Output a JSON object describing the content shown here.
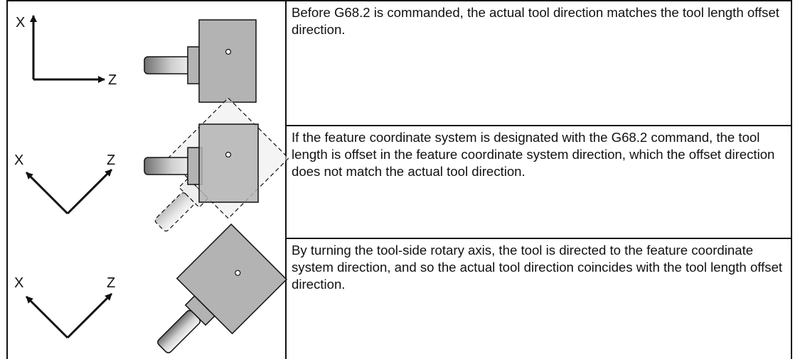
{
  "rows": [
    {
      "axes": {
        "x_label": "X",
        "z_label": "Z"
      },
      "description": "Before G68.2 is commanded, the actual tool direction matches the tool length offset direction."
    },
    {
      "axes": {
        "x_label": "X",
        "z_label": "Z"
      },
      "description": "If the feature coordinate system is designated with the G68.2 command, the tool length is offset in the feature coordinate system direction, which the offset direction does not match the actual tool direction."
    },
    {
      "axes": {
        "x_label": "X",
        "z_label": "Z"
      },
      "description": "By turning the tool-side rotary axis, the tool is directed to the feature coordinate system direction, and so the actual tool direction coincides with the tool length offset direction."
    }
  ],
  "colors": {
    "head_fill": "#b3b3b3",
    "line": "#111111",
    "table_border": "#111111"
  }
}
